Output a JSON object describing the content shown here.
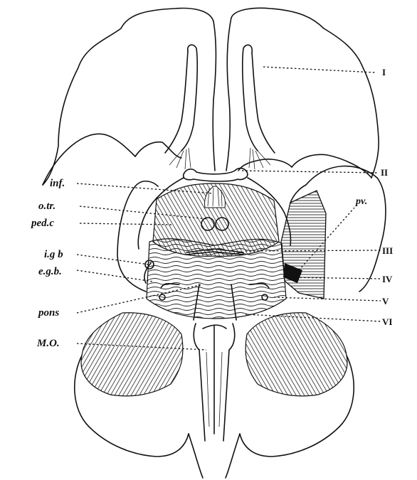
{
  "labels_left": [
    {
      "id": "inf",
      "text": "inf."
    },
    {
      "id": "otr",
      "text": "o.tr."
    },
    {
      "id": "pedc",
      "text": "ped.c"
    },
    {
      "id": "igb",
      "text": "i.g b"
    },
    {
      "id": "egb",
      "text": "e.g.b."
    },
    {
      "id": "pons",
      "text": "pons"
    },
    {
      "id": "mo",
      "text": "M.O."
    }
  ],
  "labels_right": [
    {
      "id": "I",
      "text": "I"
    },
    {
      "id": "II",
      "text": "II"
    },
    {
      "id": "III",
      "text": "III"
    },
    {
      "id": "IV",
      "text": "IV"
    },
    {
      "id": "V",
      "text": "V"
    },
    {
      "id": "VI",
      "text": "VI"
    }
  ],
  "label_pv": {
    "id": "pv",
    "text": "pv."
  },
  "colors": {
    "ink": "#111111",
    "background": "#ffffff"
  }
}
